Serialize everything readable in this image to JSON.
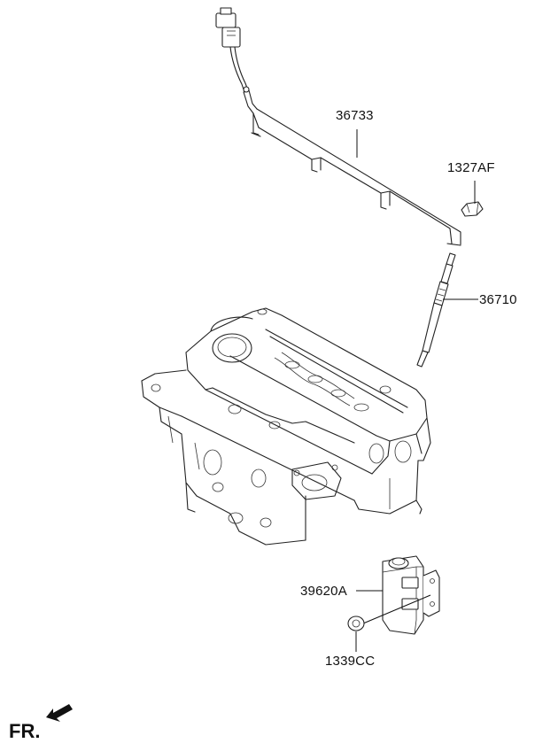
{
  "parts": {
    "harness": "36733",
    "nut": "1327AF",
    "glow_plug": "36710",
    "relay_unit": "39620A",
    "relay_nut": "1339CC"
  },
  "orientation": {
    "front_label": "FR."
  }
}
